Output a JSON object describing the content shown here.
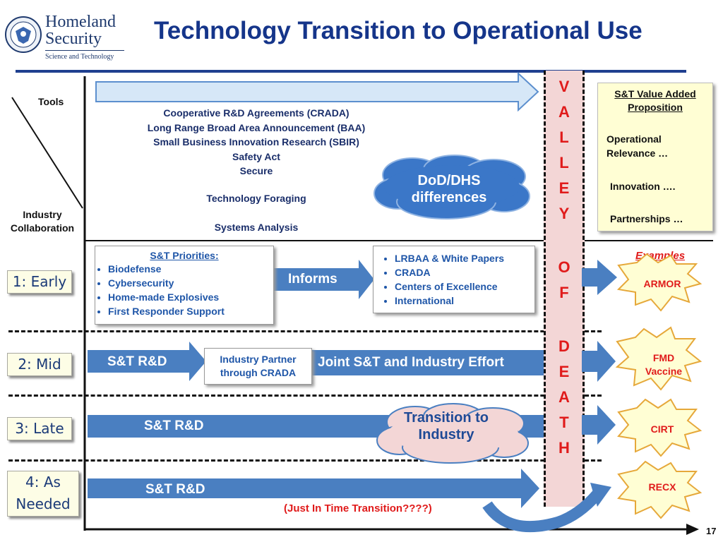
{
  "header": {
    "title": "Technology Transition to Operational Use",
    "logo": {
      "line1": "Homeland",
      "line2": "Security",
      "subtitle": "Science and Technology"
    },
    "page_number": "17"
  },
  "axis": {
    "tools_label": "Tools",
    "industry_label": "Industry Collaboration"
  },
  "tools": {
    "lines": [
      "Cooperative R&D Agreements (CRADA)",
      "Long Range Broad Area Announcement (BAA)",
      "Small Business Innovation Research (SBIR)",
      "Safety Act",
      "Secure"
    ],
    "foraging": "Technology Foraging",
    "analysis": "Systems Analysis",
    "cloud": "DoD/DHS differences"
  },
  "value_proposition": {
    "title": "S&T Value Added Proposition",
    "items": [
      "Operational Relevance …",
      "Innovation ….",
      "Partnerships …"
    ]
  },
  "valley": {
    "word1": [
      "V",
      "A",
      "L",
      "L",
      "E",
      "Y"
    ],
    "word2": [
      "O",
      "F"
    ],
    "word3": [
      "D",
      "E",
      "A",
      "T",
      "H"
    ]
  },
  "stages": {
    "early": "1: Early",
    "mid": "2: Mid",
    "late": "3: Late",
    "as_needed": "4: As Needed"
  },
  "priorities": {
    "title": "S&T Priorities:",
    "items": [
      "Biodefense",
      "Cybersecurity",
      "Home-made Explosives",
      "First Responder Support"
    ]
  },
  "informs": "Informs",
  "mechanisms": [
    "LRBAA & White Papers",
    "CRADA",
    "Centers of Excellence",
    "International"
  ],
  "mid_row": {
    "st_rd": "S&T R&D",
    "partner": "Industry Partner through CRADA",
    "joint": "Joint S&T and Industry Effort"
  },
  "late_row": {
    "st_rd": "S&T R&D",
    "cloud": "Transition to Industry"
  },
  "needed_row": {
    "st_rd": "S&T R&D",
    "jit": "(Just In Time Transition????)"
  },
  "examples": {
    "label": "Examples",
    "items": [
      "ARMOR",
      "FMD Vaccine",
      "CIRT",
      "RECX"
    ]
  }
}
